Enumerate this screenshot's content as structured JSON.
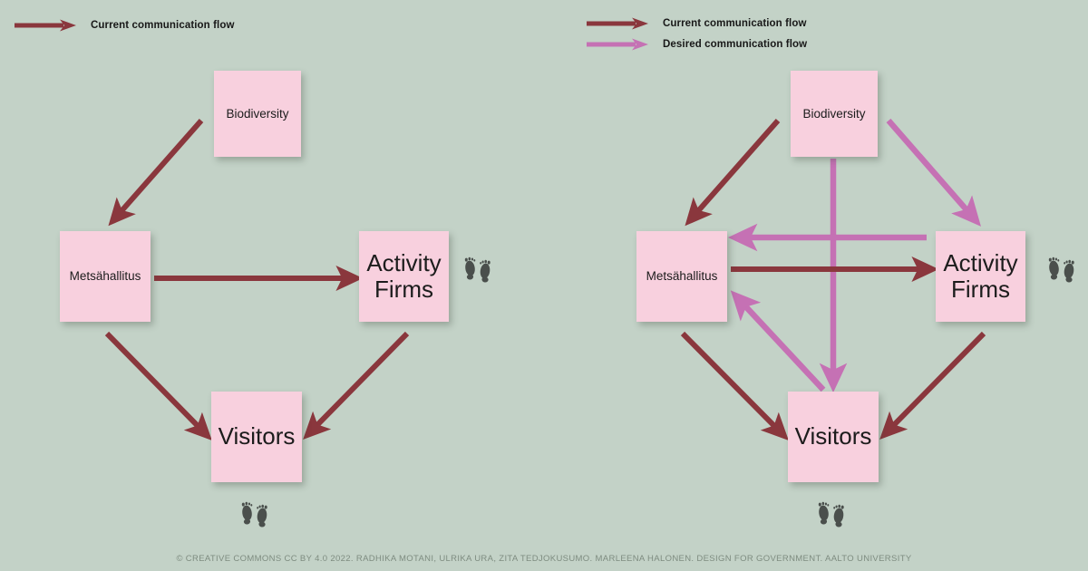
{
  "colors": {
    "background": "#c3d2c7",
    "note": "#f8d0de",
    "current_flow": "#8a373d",
    "desired_flow": "#c571b4",
    "text": "#1c1c1c",
    "credit_text": "#7e8c80",
    "footprint": "#4a4f4c"
  },
  "legend": {
    "left": [
      {
        "label": "Current communication flow",
        "color_key": "current_flow"
      }
    ],
    "right": [
      {
        "label": "Current communication flow",
        "color_key": "current_flow"
      },
      {
        "label": "Desired communication flow",
        "color_key": "desired_flow"
      }
    ]
  },
  "panels": [
    {
      "id": "current-state",
      "notes": [
        {
          "id": "biodiversity",
          "label": "Biodiversity",
          "size": "sm"
        },
        {
          "id": "metsahallitus",
          "label": "Metsähallitus",
          "size": "sm"
        },
        {
          "id": "activity-firms",
          "label": "Activity\nFirms",
          "size": "lg"
        },
        {
          "id": "visitors",
          "label": "Visitors",
          "size": "lg"
        }
      ],
      "flows": [
        {
          "from": "Biodiversity",
          "to": "Metsähallitus",
          "type": "current"
        },
        {
          "from": "Metsähallitus",
          "to": "Activity Firms",
          "type": "current"
        },
        {
          "from": "Metsähallitus",
          "to": "Visitors",
          "type": "current"
        },
        {
          "from": "Activity Firms",
          "to": "Visitors",
          "type": "current"
        }
      ],
      "footprint_markers": 2
    },
    {
      "id": "desired-state",
      "notes": [
        {
          "id": "biodiversity",
          "label": "Biodiversity",
          "size": "sm"
        },
        {
          "id": "metsahallitus",
          "label": "Metsähallitus",
          "size": "sm"
        },
        {
          "id": "activity-firms",
          "label": "Activity\nFirms",
          "size": "lg"
        },
        {
          "id": "visitors",
          "label": "Visitors",
          "size": "lg"
        }
      ],
      "flows": [
        {
          "from": "Biodiversity",
          "to": "Metsähallitus",
          "type": "current"
        },
        {
          "from": "Biodiversity",
          "to": "Activity Firms",
          "type": "desired"
        },
        {
          "from": "Biodiversity",
          "to": "Visitors",
          "type": "desired"
        },
        {
          "from": "Metsähallitus",
          "to": "Activity Firms",
          "type": "current"
        },
        {
          "from": "Activity Firms",
          "to": "Metsähallitus",
          "type": "desired"
        },
        {
          "from": "Metsähallitus",
          "to": "Visitors",
          "type": "current"
        },
        {
          "from": "Visitors",
          "to": "Metsähallitus",
          "type": "desired"
        },
        {
          "from": "Activity Firms",
          "to": "Visitors",
          "type": "current"
        }
      ],
      "footprint_markers": 2
    }
  ],
  "credit": "© CREATIVE COMMONS CC BY 4.0 2022. RADHIKA MOTANI, ULRIKA URA, ZITA TEDJOKUSUMO. MARLEENA HALONEN. DESIGN FOR GOVERNMENT. AALTO UNIVERSITY",
  "icons": {
    "footprints": "footprints-icon",
    "arrow": "arrow-icon"
  }
}
